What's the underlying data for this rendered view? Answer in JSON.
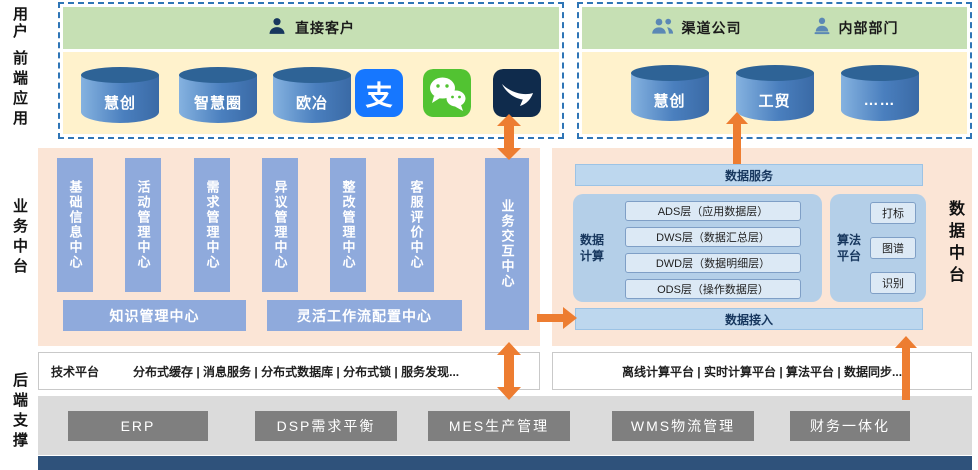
{
  "side_labels": {
    "user": "用户",
    "frontend": "前端应用",
    "business": "业务中台",
    "backend": "后端支撑"
  },
  "frontend": {
    "direct": {
      "title": "直接客户",
      "cylinders": [
        "慧创",
        "智慧圈",
        "欧冶"
      ],
      "alipay_glyph": "支",
      "app_icons": [
        "alipay-icon",
        "wechat-icon",
        "dingtalk-icon"
      ]
    },
    "channel": {
      "label_company": "渠道公司",
      "label_internal": "内部部门",
      "cylinders": [
        "慧创",
        "工贸",
        "……"
      ]
    }
  },
  "business": {
    "centers": [
      "基础信息中心",
      "活动管理中心",
      "需求管理中心",
      "异议管理中心",
      "整改管理中心",
      "客服评价中心"
    ],
    "interaction": "业务交互中心",
    "knowledge": "知识管理中心",
    "workflow": "灵活工作流配置中心"
  },
  "data_platform": {
    "title": "数据中台",
    "service": "数据服务",
    "access": "数据接入",
    "computing": {
      "label": "数据计算",
      "layers": [
        "ADS层（应用数据层）",
        "DWS层（数据汇总层）",
        "DWD层（数据明细层）",
        "ODS层（操作数据层）"
      ]
    },
    "algorithm": {
      "label": "算法平台",
      "items": [
        "打标",
        "图谱",
        "识别"
      ]
    }
  },
  "tech": {
    "left_label": "技术平台",
    "left_items": "分布式缓存 | 消息服务 | 分布式数据库 | 分布式锁 | 服务发现...",
    "right_items": "离线计算平台 | 实时计算平台 | 算法平台 | 数据同步..."
  },
  "backend": {
    "systems": [
      "ERP",
      "DSP需求平衡",
      "MES生产管理",
      "WMS物流管理",
      "财务一体化"
    ]
  },
  "colors": {
    "accent_orange": "#ED7D31",
    "peach": "#FBE5D6",
    "green_header": "#C6E0B4",
    "yellow_zone": "#FFF2CC",
    "dashed_border": "#2E75B6",
    "box_blue": "#8FAADC",
    "light_blue_bar": "#BDD7EE",
    "group_blue": "#B4CFE8",
    "cylinder_blue": "#4A7FBE",
    "gray_box": "#7F7F7F",
    "gray_panel": "#DBDBDB",
    "footer_blue": "#2F527B",
    "alipay_blue": "#1677FF",
    "wechat_green": "#52C332",
    "dingtalk_navy": "#0F2B4C"
  }
}
